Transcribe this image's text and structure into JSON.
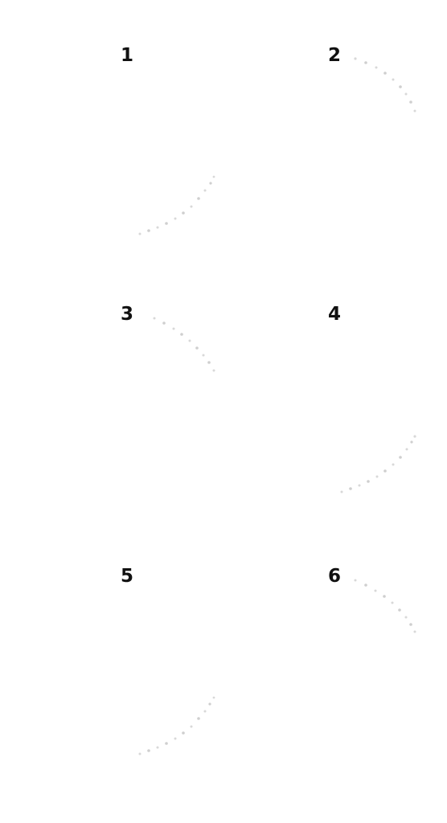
{
  "steps": [
    {
      "label": "1"
    },
    {
      "label": "2"
    },
    {
      "label": "3"
    },
    {
      "label": "4"
    },
    {
      "label": "5"
    },
    {
      "label": "6"
    }
  ],
  "trail_color": "#d8d8d8",
  "number_color": "#111111"
}
